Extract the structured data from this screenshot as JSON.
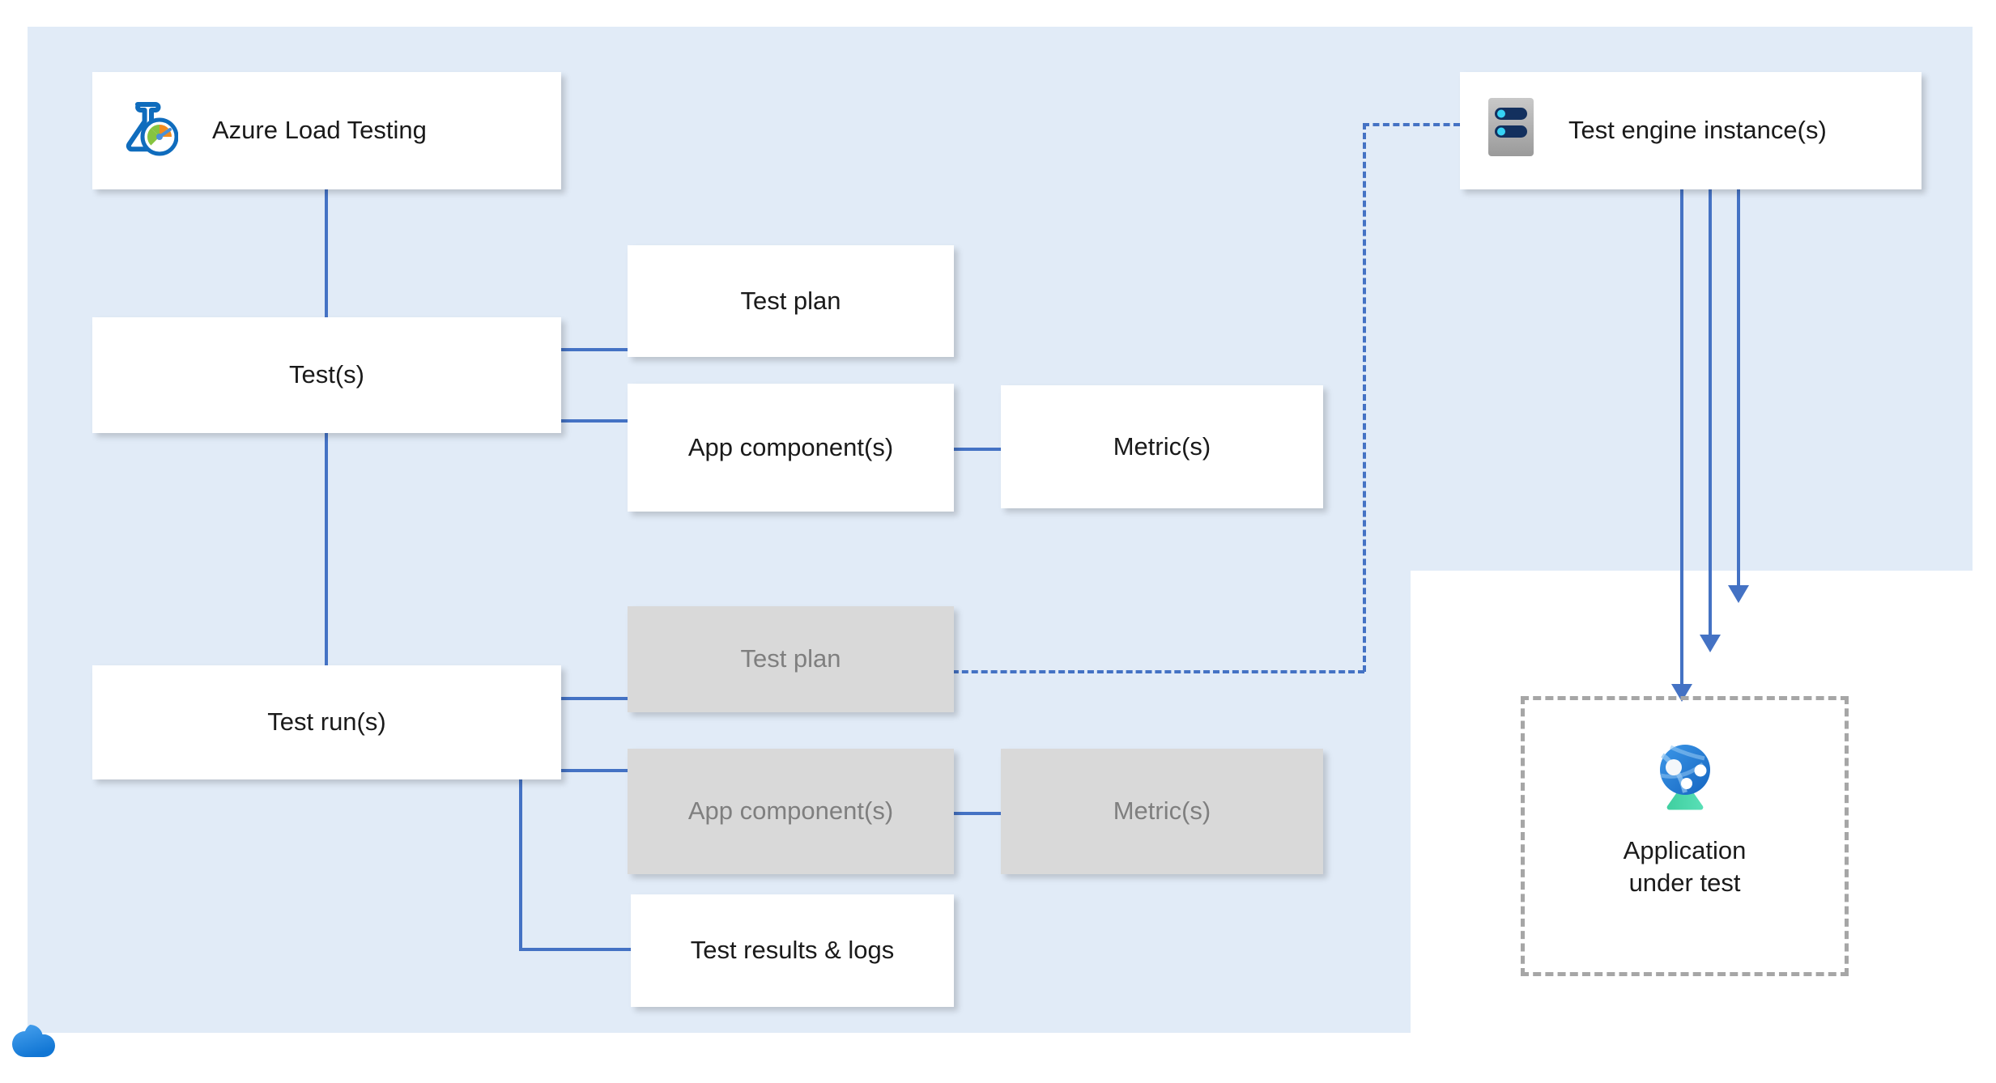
{
  "diagram": {
    "title": "Azure Load Testing resource hierarchy",
    "colors": {
      "region_background": "#e1ebf7",
      "page_background": "#ffffff",
      "node_background": "#ffffff",
      "node_disabled_background": "#d9d9d9",
      "node_disabled_text": "#7f7f7f",
      "connector": "#4472c4",
      "dashed_boundary": "#a6a6a6",
      "text": "#1a1a1a",
      "azure_blue": "#1b7fd1"
    },
    "nodes": {
      "azure_load_testing": {
        "label": "Azure Load Testing",
        "icon": "azure-load-testing-flask-icon",
        "state": "active"
      },
      "tests": {
        "label": "Test(s)",
        "state": "active"
      },
      "test_plan": {
        "label": "Test plan",
        "state": "active"
      },
      "app_components": {
        "label": "App component(s)",
        "state": "active"
      },
      "metrics": {
        "label": "Metric(s)",
        "state": "active"
      },
      "test_runs": {
        "label": "Test run(s)",
        "state": "active"
      },
      "test_plan_snapshot": {
        "label": "Test plan",
        "state": "disabled"
      },
      "app_components_snapshot": {
        "label": "App component(s)",
        "state": "disabled"
      },
      "metrics_snapshot": {
        "label": "Metric(s)",
        "state": "disabled"
      },
      "test_results_logs": {
        "label": "Test results & logs",
        "state": "active"
      },
      "test_engine_instances": {
        "label": "Test engine instance(s)",
        "icon": "server-instance-icon",
        "state": "active"
      },
      "application_under_test": {
        "label": "Application\nunder test",
        "icon": "application-globe-icon",
        "state": "active"
      }
    },
    "branding": {
      "cloud_icon": "azure-cloud-icon"
    }
  }
}
